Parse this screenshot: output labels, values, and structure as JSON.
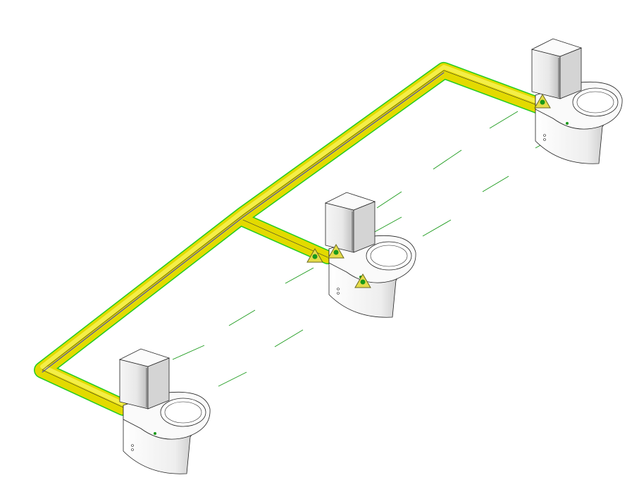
{
  "viewport": {
    "background": "#ffffff",
    "colors": {
      "pipe_fill": "#e8e000",
      "pipe_highlight": "#f7f35a",
      "pipe_outline": "#22cc22",
      "pipe_centerline": "#3333cc",
      "connector_lines": "#1a9a1a",
      "fixture_fill": "#f4f4f4",
      "fixture_shade": "#cfcfcf",
      "warning_fill": "#e6dc4a"
    },
    "fixtures": [
      {
        "type": "toilet",
        "icon": "toilet-icon"
      },
      {
        "type": "toilet",
        "icon": "toilet-icon"
      },
      {
        "type": "toilet",
        "icon": "toilet-icon"
      }
    ],
    "warnings": [
      {
        "icon": "warning-triangle-icon"
      },
      {
        "icon": "warning-triangle-icon"
      },
      {
        "icon": "warning-triangle-icon"
      }
    ]
  }
}
